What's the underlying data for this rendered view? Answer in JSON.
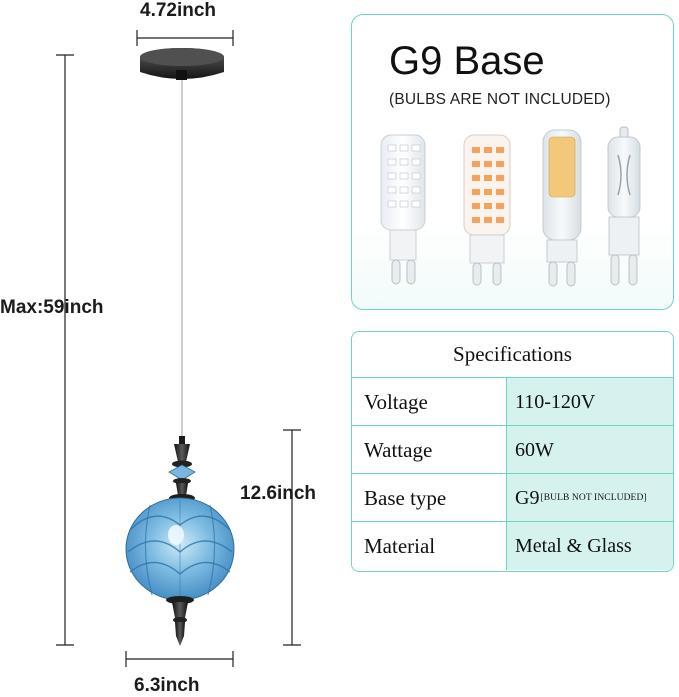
{
  "dimensions": {
    "canopy_width": "4.72inch",
    "max_length_prefix": "Max:",
    "max_length_value": "59inch",
    "shade_height": "12.6inch",
    "shade_width": "6.3inch"
  },
  "g9": {
    "title": "G9 Base",
    "subtitle": "(BULBS ARE NOT INCLUDED)"
  },
  "specs": {
    "title": "Specifications",
    "rows": [
      {
        "key": "Voltage",
        "value": "110-120V"
      },
      {
        "key": "Wattage",
        "value": "60W"
      },
      {
        "key": "Base type",
        "value": "G9",
        "note": "[BULB NOT INCLUDED]"
      },
      {
        "key": "Material",
        "value": "Metal & Glass"
      }
    ]
  },
  "colors": {
    "accent": "#6fd3c5",
    "row_shade": "#d6f2ee",
    "glass": "#5aa7d6",
    "metal": "#2a2a2a"
  }
}
